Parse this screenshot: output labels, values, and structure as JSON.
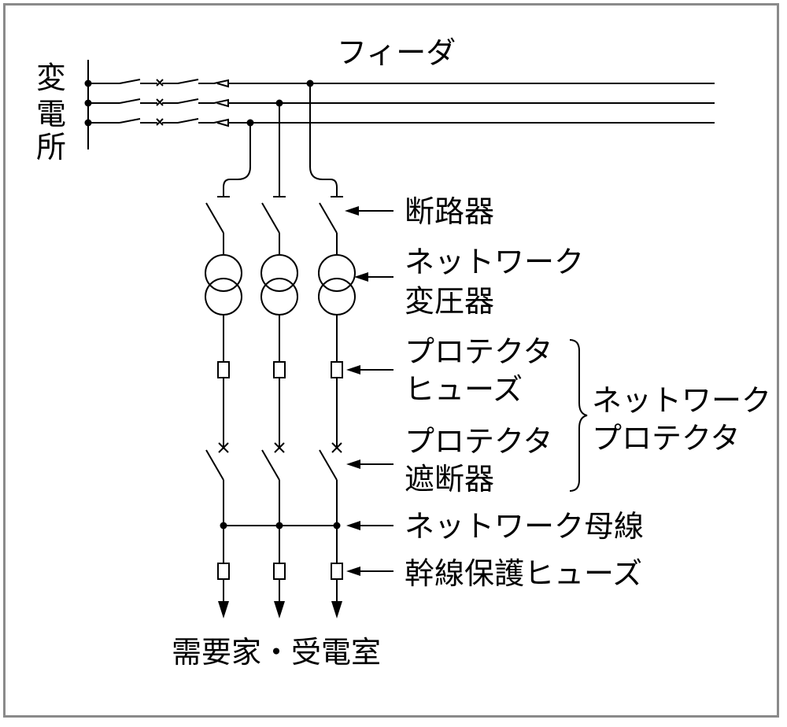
{
  "title_feeder": "フィーダ",
  "substation_label": [
    "変",
    "電",
    "所"
  ],
  "labels": {
    "disconnector": "断路器",
    "network_transformer": [
      "ネットワーク",
      "変圧器"
    ],
    "protector_fuse": [
      "プロテクタ",
      "ヒューズ"
    ],
    "protector_breaker": [
      "プロテクタ",
      "遮断器"
    ],
    "network_protector": [
      "ネットワーク",
      "プロテクタ"
    ],
    "network_bus": "ネットワーク母線",
    "trunk_fuse": "幹線保護ヒューズ",
    "consumers": "需要家・受電室"
  },
  "colors": {
    "line": "#000000",
    "frame": "#8a8a8a",
    "background": "#ffffff"
  }
}
